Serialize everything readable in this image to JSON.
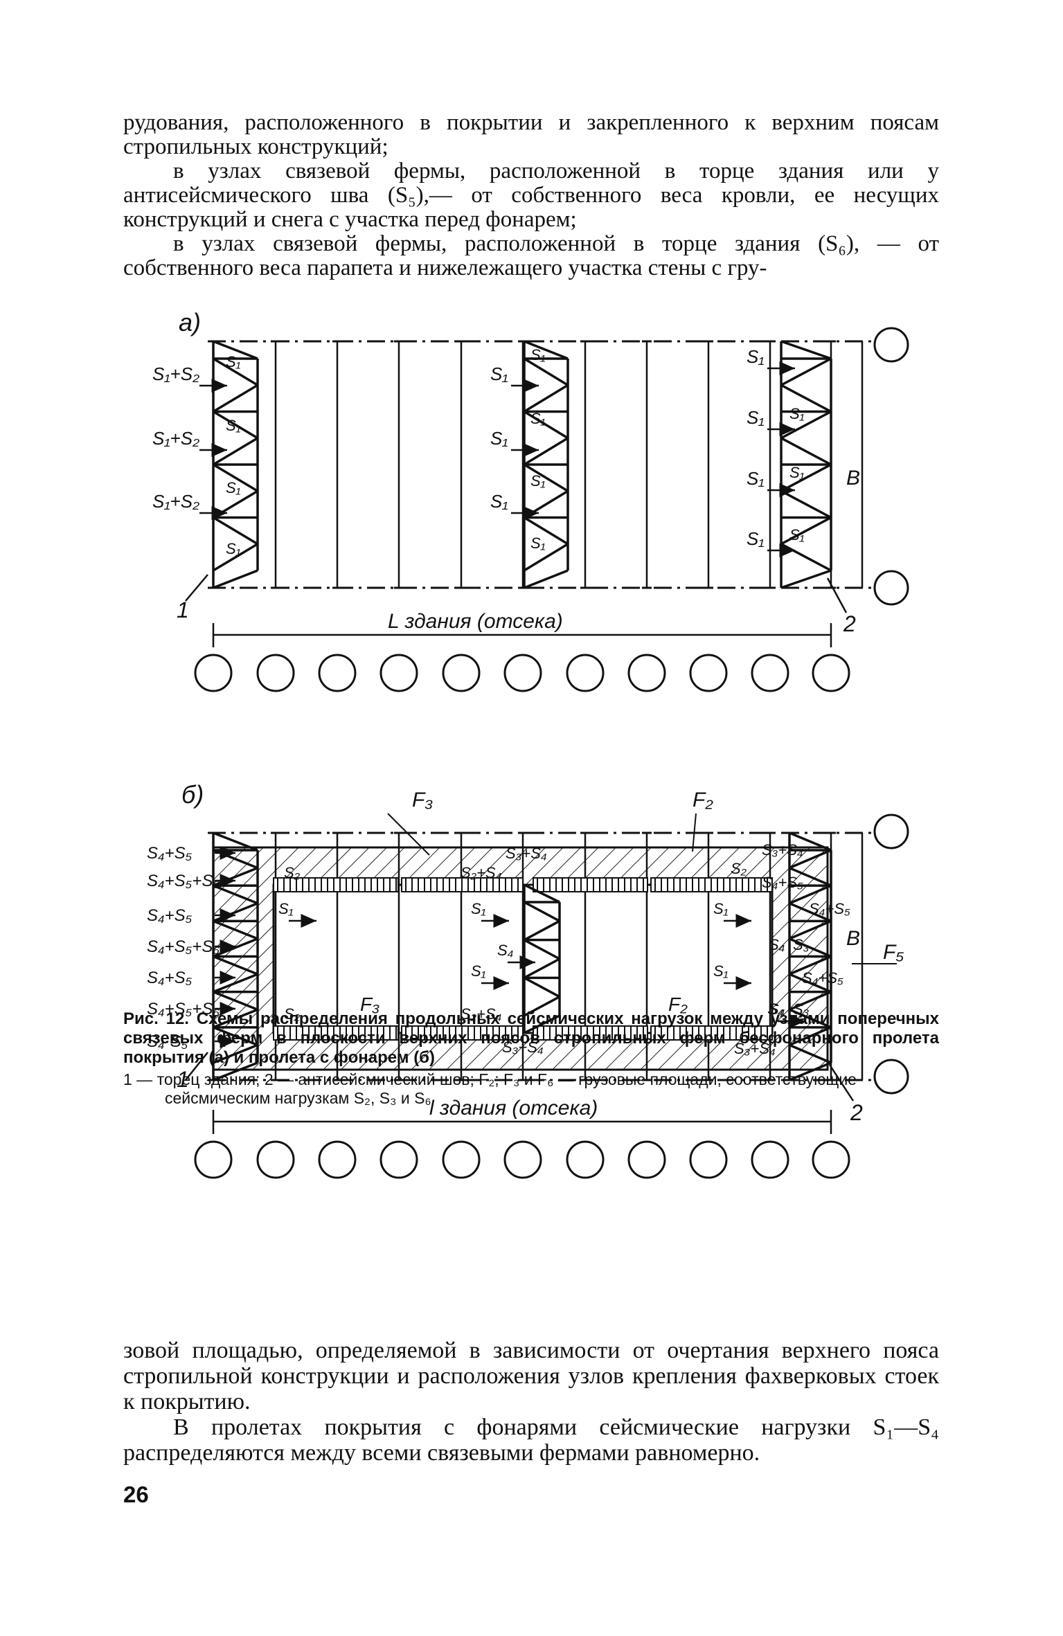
{
  "page": {
    "number": "26",
    "top_paragraphs": [
      "рудования, расположенного в покрытии и закрепленного к верхним поясам стропильных конструкций;",
      "в узлах связевой фермы, расположенной в торце здания или у антисейсмического шва (S₅),— от собственного веса кровли, ее несущих конструкций и снега с участка перед фонарем;",
      "в узлах связевой фермы, расположенной в торце здания (S₆), — от собственного веса парапета и нижележащего участка стены с гру-"
    ],
    "bottom_paragraphs": [
      "зовой площадью, определяемой в зависимости от очертания верхнего пояса стропильной конструкции и расположения узлов крепления фахверковых стоек к покрытию.",
      "В пролетах покрытия с фонарями сейсмические нагрузки S₁—S₄ распределяются между всеми связевыми фермами равномерно."
    ],
    "caption": {
      "main": "Рис. 12. Схемы распределения продольных сейсмических нагрузок между узлами поперечных связевых ферм в плоскости верхних поясов стропильных ферм бесфонарного пролета покрытия (а) и пролета с фонарем (б)",
      "legend": "1 — торец здания; 2 — антисейсмический шов; F₂; F₃ и F₆ — грузовые площади, соответствующие сейсмическим нагрузкам S₂, S₃ и S₆"
    }
  },
  "figure_a": {
    "panel_label": "а)",
    "left_loads": [
      "S₁+S₂",
      "S₁+S₂",
      "S₁+S₂"
    ],
    "truss_label": "S₁",
    "mid_loads": [
      "S₁",
      "S₁",
      "S₁"
    ],
    "right_loads": [
      "S₁",
      "S₁",
      "S₁",
      "S₁"
    ],
    "dim_label": "L здания (отсека)",
    "span_label": "В",
    "marker_1": "1",
    "marker_2": "2"
  },
  "figure_b": {
    "panel_label": "б)",
    "area_labels": [
      "F₃",
      "F₂",
      "F₅"
    ],
    "inner_area_labels": [
      "F₃",
      "F₂"
    ],
    "left_loads": [
      "S₄+S₅",
      "S₄+S₅+S₆",
      "S₄+S₅",
      "S₄+S₅+S₆",
      "S₄+S₅",
      "S₄+S₅+S₆",
      "S₄·S₅"
    ],
    "top_mid_labels": [
      "S₂",
      "S₂+S₄",
      "S₃+S₄",
      "S₂",
      "S₃+S₄",
      "S₄+S₅"
    ],
    "inner_labels": [
      "S₁",
      "S₁",
      "S₄",
      "S₁",
      "S₁",
      "S₁",
      "S₄"
    ],
    "bottom_mid_labels": [
      "S₂",
      "S₂+S₄",
      "S₃+S₄",
      "S₂",
      "S₃+S₄"
    ],
    "right_loads": [
      "S₄+S₅",
      "S₄",
      "S₃",
      "S₄+S₅",
      "S₄",
      "S₃"
    ],
    "dim_label": "l здания (отсека)",
    "span_label": "В",
    "marker_1": "1",
    "marker_2": "2"
  }
}
